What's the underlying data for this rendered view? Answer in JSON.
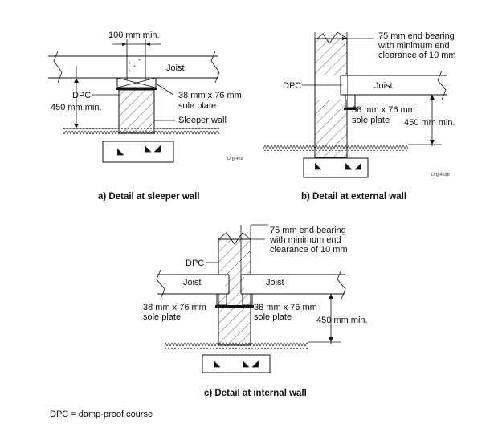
{
  "diagram_a": {
    "dim_top": "100 mm min.",
    "joist": "Joist",
    "dpc": "DPC",
    "height_dim": "450 mm min.",
    "sole_plate_1": "38 mm x 76 mm",
    "sole_plate_2": "sole plate",
    "sleeper_wall": "Sleeper wall",
    "drg": "Drg.469",
    "caption": "a) Detail at sleeper wall"
  },
  "diagram_b": {
    "bearing_1": "75 mm end bearing",
    "bearing_2": "with minimum end",
    "bearing_3": "clearance of 10 mm",
    "dpc": "DPC",
    "joist": "Joist",
    "sole_plate_1": "38 mm x 76 mm",
    "sole_plate_2": "sole plate",
    "height_dim": "450 mm min.",
    "drg": "Drg.469b",
    "caption": "b) Detail at external wall"
  },
  "diagram_c": {
    "bearing_1": "75 mm end bearing",
    "bearing_2": "with minimum end",
    "bearing_3": "clearance of 10 mm",
    "dpc": "DPC",
    "joist_left": "Joist",
    "joist_right": "Joist",
    "sole_left_1": "38 mm x 76 mm",
    "sole_left_2": "sole plate",
    "sole_right_1": "38 mm x 76 mm",
    "sole_right_2": "sole plate",
    "height_dim": "450 mm min.",
    "caption": "c) Detail at internal wall"
  },
  "legend": "DPC = damp-proof course"
}
